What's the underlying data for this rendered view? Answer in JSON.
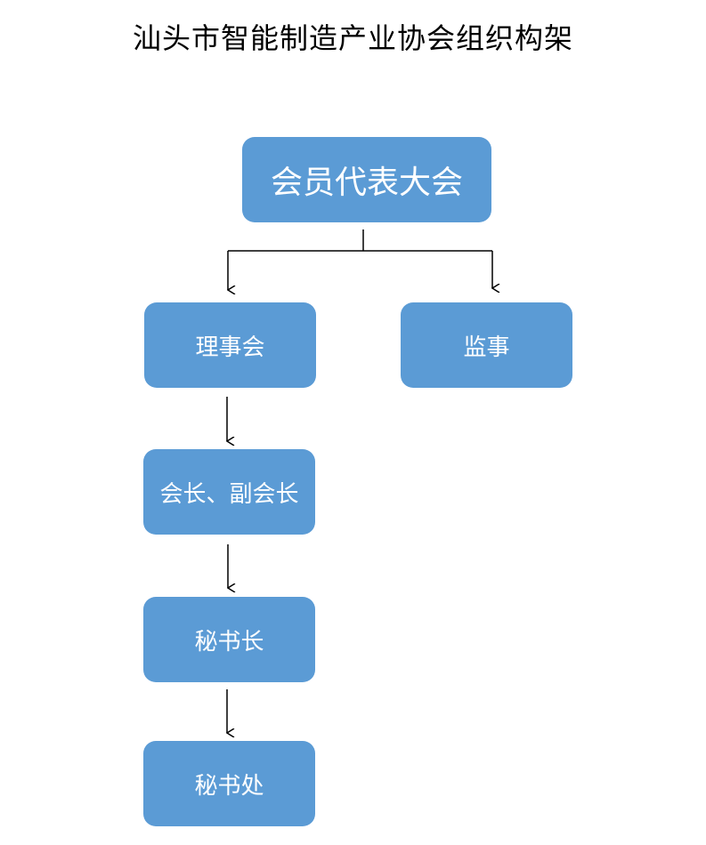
{
  "title": "汕头市智能制造产业协会组织构架",
  "colors": {
    "node_fill": "#5b9bd5",
    "node_text": "#ffffff",
    "connector": "#000000"
  },
  "nodes": {
    "general_assembly": "会员代表大会",
    "council": "理事会",
    "supervisor": "监事",
    "president": "会长、副会长",
    "secretary_general": "秘书长",
    "secretariat": "秘书处"
  }
}
